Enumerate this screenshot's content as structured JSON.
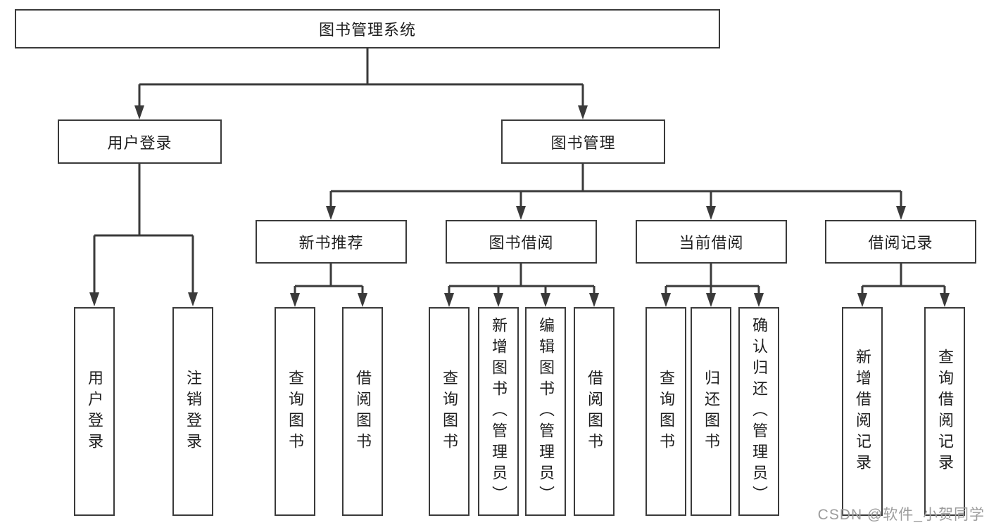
{
  "diagram": {
    "root": {
      "label": "图书管理系统"
    },
    "level2": [
      {
        "label": "用户登录"
      },
      {
        "label": "图书管理"
      }
    ],
    "level3": [
      {
        "label": "新书推荐"
      },
      {
        "label": "图书借阅"
      },
      {
        "label": "当前借阅"
      },
      {
        "label": "借阅记录"
      }
    ],
    "leaves": [
      {
        "label": "用户登录"
      },
      {
        "label": "注销登录"
      },
      {
        "label": "查询图书"
      },
      {
        "label": "借阅图书"
      },
      {
        "label": "查询图书"
      },
      {
        "label": "新增图书（管理员）"
      },
      {
        "label": "编辑图书（管理员）"
      },
      {
        "label": "借阅图书"
      },
      {
        "label": "查询图书"
      },
      {
        "label": "归还图书"
      },
      {
        "label": "确认归还（管理员）"
      },
      {
        "label": "新增借阅记录"
      },
      {
        "label": "查询借阅记录"
      }
    ],
    "watermark": "CSDN @软件_小贺同学",
    "colors": {
      "line": "#3a3a3a",
      "text": "#1e1e1e",
      "watermark": "#9c9c9c",
      "background": "#ffffff"
    }
  }
}
